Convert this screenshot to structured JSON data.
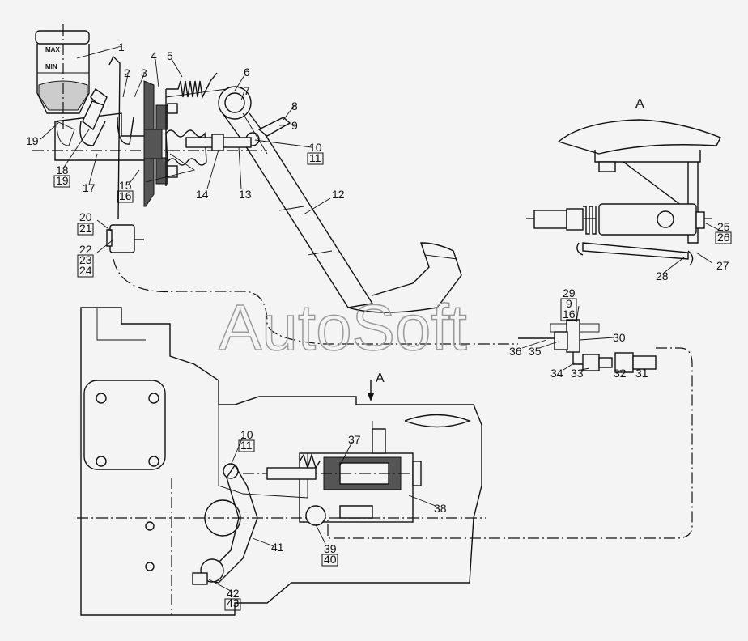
{
  "title": "Clutch hydraulic drive parts diagram",
  "watermark": "AutoSoft",
  "reservoir": {
    "max": "MAX",
    "min": "MIN"
  },
  "view_label": "A",
  "labels": {
    "l1": "1",
    "l2": "2",
    "l3": "3",
    "l4": "4",
    "l5": "5",
    "l6": "6",
    "l7": "7",
    "l8": "8",
    "l9": "9",
    "l10": "10",
    "l11": "11",
    "l12": "12",
    "l13": "13",
    "l14": "14",
    "l15": "15",
    "l16": "16",
    "l17": "17",
    "l18": "18",
    "l19": "19",
    "l19b": "19",
    "l20": "20",
    "l21": "21",
    "l22": "22",
    "l23": "23",
    "l24": "24",
    "l25": "25",
    "l26": "26",
    "l27": "27",
    "l28": "28",
    "l29": "29",
    "l9b": "9",
    "l16b": "16",
    "l30": "30",
    "l31": "31",
    "l32": "32",
    "l33": "33",
    "l34": "34",
    "l35": "35",
    "l36": "36",
    "l10b": "10",
    "l11b": "11",
    "l37": "37",
    "l38": "38",
    "l39": "39",
    "l40": "40",
    "l41": "41",
    "l42": "42",
    "l43": "43"
  }
}
